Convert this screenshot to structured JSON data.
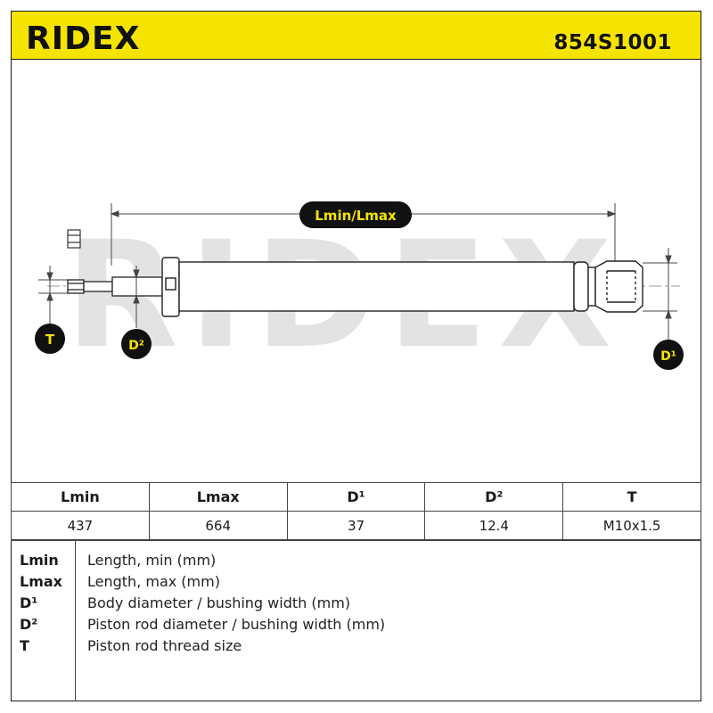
{
  "header": {
    "brand": "RIDEX",
    "part_number": "854S1001",
    "accent_color": "#f5e400"
  },
  "drawing": {
    "watermark": "RIDEX",
    "labels": {
      "length": "Lmin/Lmax",
      "thread": "T",
      "rod_diameter": "D²",
      "body_diameter": "D¹"
    }
  },
  "dimensions_table": {
    "headers": [
      "Lmin",
      "Lmax",
      "D¹",
      "D²",
      "T"
    ],
    "values": [
      "437",
      "664",
      "37",
      "12.4",
      "M10x1.5"
    ]
  },
  "legend": [
    {
      "key": "Lmin",
      "desc": "Length, min (mm)"
    },
    {
      "key": "Lmax",
      "desc": "Length, max (mm)"
    },
    {
      "key": "D¹",
      "desc": "Body diameter / bushing width (mm)"
    },
    {
      "key": "D²",
      "desc": "Piston rod diameter / bushing width (mm)"
    },
    {
      "key": "T",
      "desc": "Piston rod thread size"
    }
  ]
}
